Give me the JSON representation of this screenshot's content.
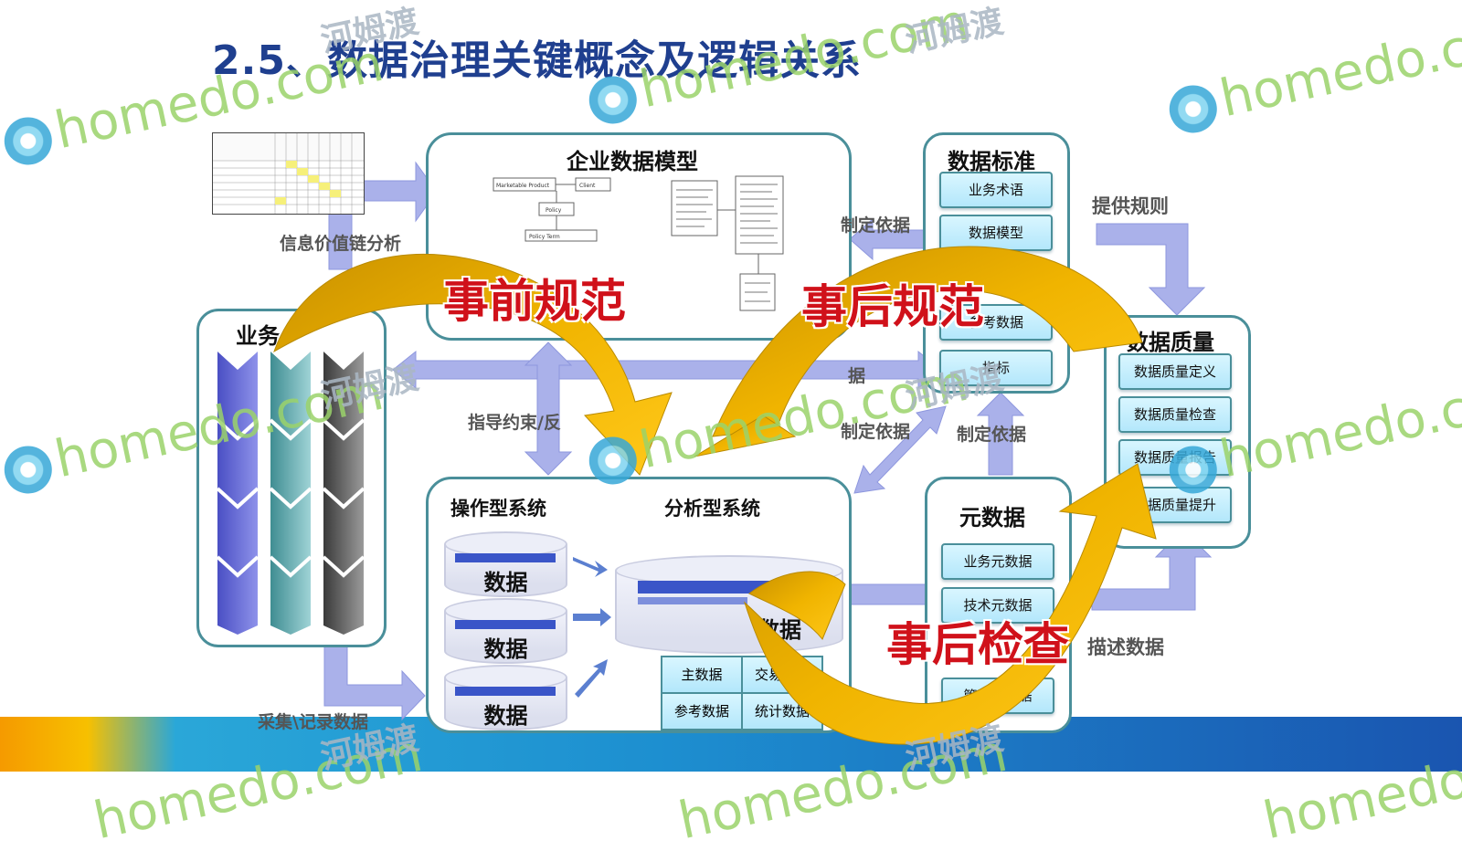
{
  "title": "2.5、数据治理关键概念及逻辑关系",
  "enterprise_model": {
    "title": "企业数据模型",
    "diagram_texts": [
      "Marketable Product",
      "Client",
      "Policy",
      "Policy Term"
    ]
  },
  "data_standard": {
    "title": "数据标准",
    "items": [
      "业务术语",
      "数据模型",
      "参考数据",
      "指标"
    ]
  },
  "data_quality": {
    "title": "数据质量",
    "items": [
      "数据质量定义",
      "数据质量检查",
      "数据质量报告",
      "数据质量提升"
    ]
  },
  "metadata": {
    "title": "元数据",
    "items": [
      "业务元数据",
      "技术元数据",
      "管理元数据"
    ]
  },
  "business": {
    "title": "业务"
  },
  "operational": {
    "title": "操作型系统",
    "db_label": "数据"
  },
  "analytical": {
    "title": "分析型系统",
    "db_label": "数据",
    "sub_items": [
      "主数据",
      "交易数据",
      "参考数据",
      "统计数据"
    ]
  },
  "edge_labels": {
    "value_chain": "信息价值链分析",
    "basis_standard": "制定依据",
    "provide_rules": "提供规则",
    "guide_constraint": "指导约束/反",
    "basis_meta": "制定依据",
    "basis_up": "制定依据",
    "describe_data": "描述数据",
    "collect_record": "采集\\记录数据",
    "partial_ju": "据"
  },
  "callouts": {
    "pre": "事前规范",
    "post": "事后规范",
    "check": "事后检查"
  },
  "watermark": {
    "latin": "homedo.com",
    "chinese": "河姆渡"
  },
  "colors": {
    "title": "#1f3f8f",
    "callout": "#d0111a",
    "curve_arrow": "#e5a600",
    "connector": "#aab1ea",
    "panel_border": "#4a8f9a"
  }
}
